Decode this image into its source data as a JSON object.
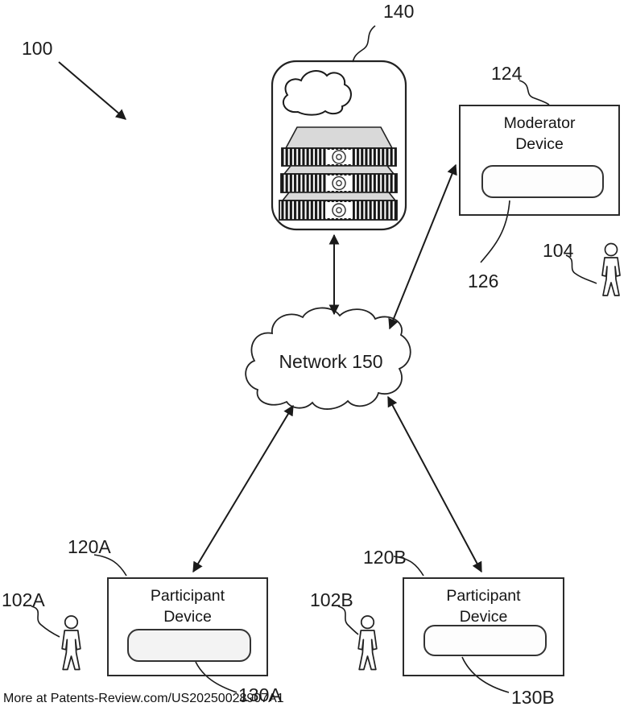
{
  "figure": {
    "system_ref": "100",
    "watermark": "More at Patents-Review.com/US20250028907A1",
    "network": {
      "label": "Network 150"
    },
    "server": {
      "ref": "140"
    },
    "moderator": {
      "ref": "124",
      "title": "Moderator Device",
      "screen_ref": "126",
      "user_ref": "104"
    },
    "participant_a": {
      "ref": "120A",
      "title": "Participant Device",
      "screen_ref": "130A",
      "user_ref": "102A"
    },
    "participant_b": {
      "ref": "120B",
      "title": "Participant Device",
      "screen_ref": "130B",
      "user_ref": "102B"
    }
  }
}
